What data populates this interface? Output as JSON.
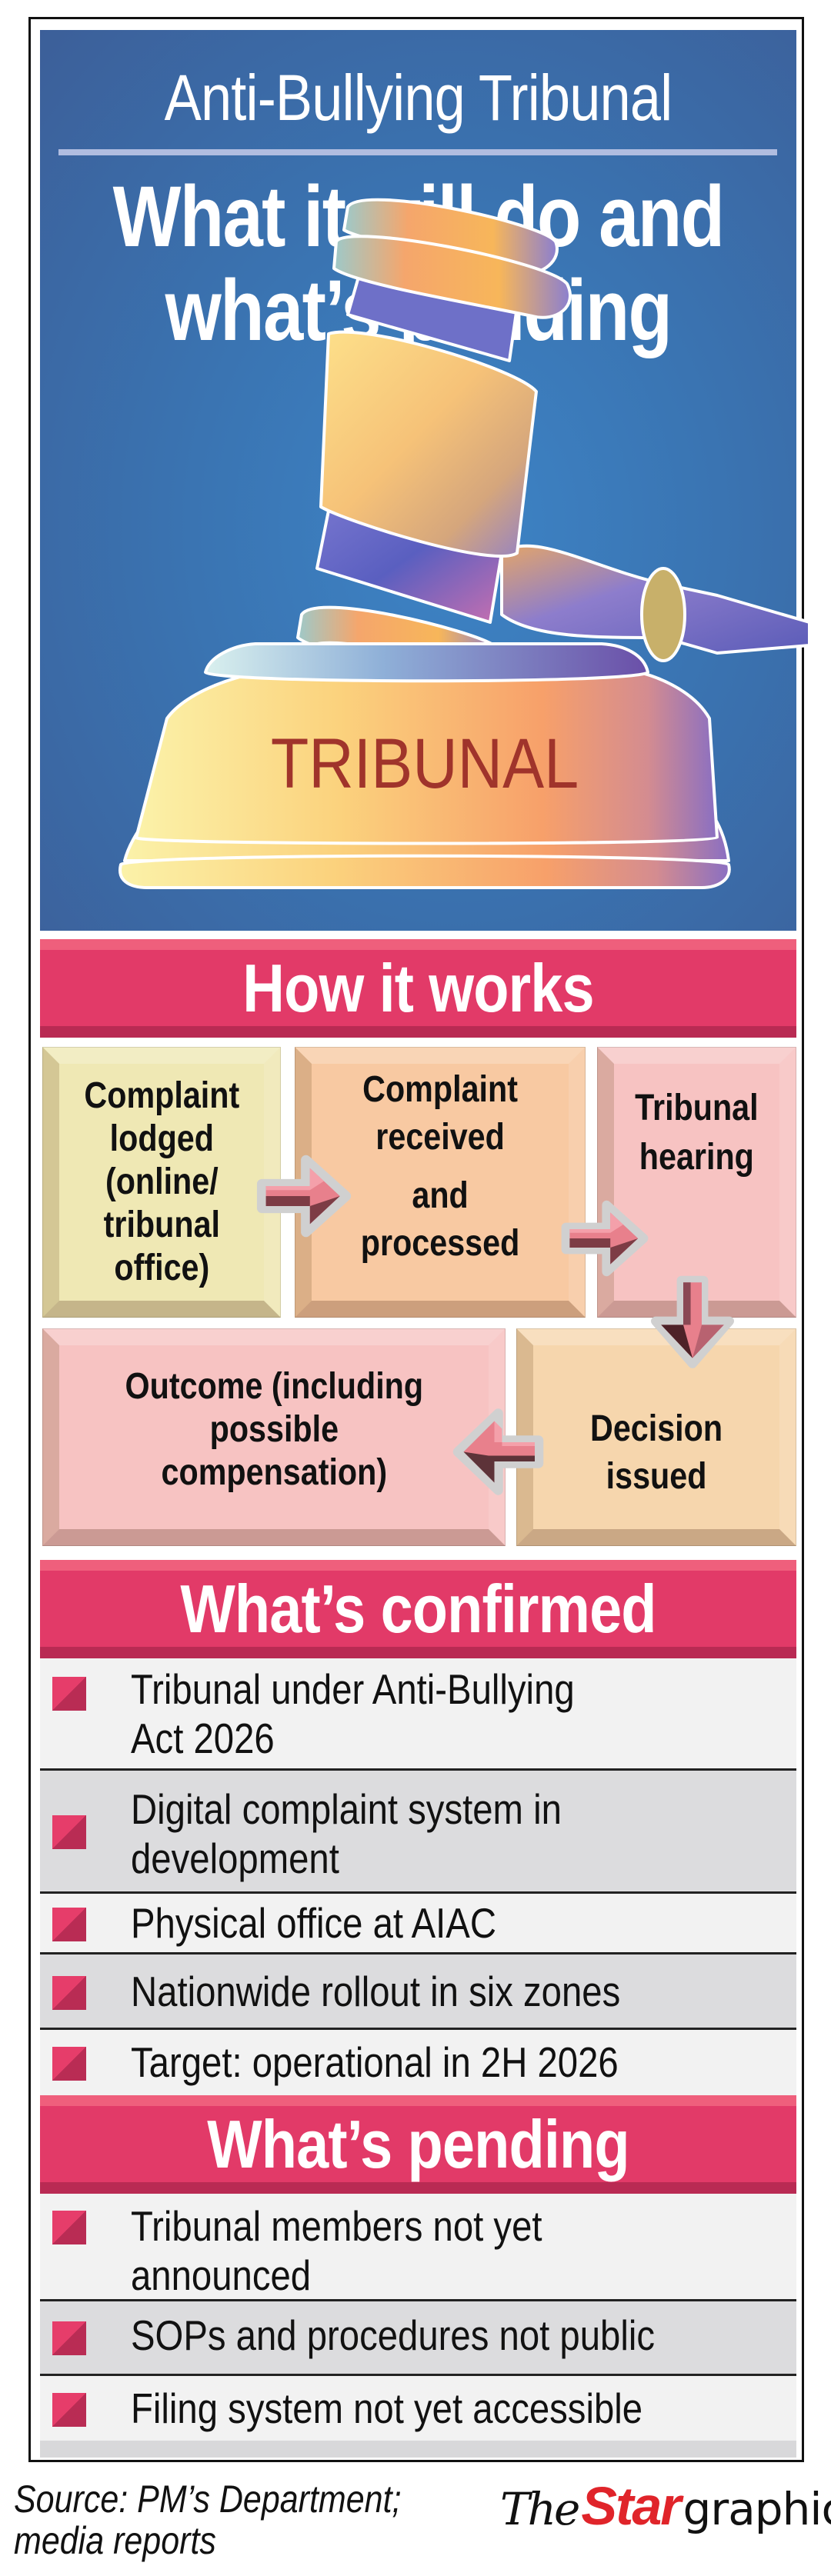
{
  "header": {
    "kicker": "Anti-Bullying Tribunal",
    "title_line1": "What it will do and",
    "title_line2": "what’s pending",
    "illustration": {
      "icon": "gavel-icon",
      "block_label": "TRIBUNAL"
    }
  },
  "how_it_works": {
    "heading": "How it works",
    "steps": [
      {
        "lines": [
          "Complaint",
          "lodged",
          "(online/",
          "tribunal",
          "office)"
        ]
      },
      {
        "lines": [
          "Complaint",
          "received",
          "and",
          "processed"
        ]
      },
      {
        "lines": [
          "Tribunal",
          "hearing"
        ]
      },
      {
        "lines": [
          "Decision",
          "issued"
        ]
      },
      {
        "lines": [
          "Outcome (including",
          "possible",
          "compensation)"
        ]
      }
    ],
    "arrows": [
      "arrow-right-icon",
      "arrow-right-icon",
      "arrow-down-icon",
      "arrow-left-icon"
    ]
  },
  "confirmed": {
    "heading": "What’s confirmed",
    "items": [
      {
        "lines": [
          "Tribunal under Anti-Bullying",
          "Act 2026"
        ]
      },
      {
        "lines": [
          "Digital complaint system in",
          "development"
        ]
      },
      {
        "lines": [
          "Physical office at AIAC"
        ]
      },
      {
        "lines": [
          "Nationwide rollout in six zones"
        ]
      },
      {
        "lines": [
          "Target: operational in 2H 2026"
        ]
      }
    ]
  },
  "pending": {
    "heading": "What’s pending",
    "items": [
      {
        "lines": [
          "Tribunal members not yet",
          "announced"
        ]
      },
      {
        "lines": [
          "SOPs and procedures not public"
        ]
      },
      {
        "lines": [
          "Filing system not yet accessible"
        ]
      }
    ]
  },
  "footer": {
    "source_line1": "Source: PM’s Department;",
    "source_line2": "media reports",
    "logo_the": "The",
    "logo_star": "Star",
    "logo_graphics": "graphics"
  },
  "colors": {
    "hero_blue": "#3a74b2",
    "banner_pink": "#e23a68",
    "step1": "#efe8b4",
    "step2": "#f8c9a2",
    "step3": "#f7c3c2",
    "step4": "#f6d6ad",
    "step5": "#f7c3c2",
    "arrow": "#e8808c",
    "logo_red": "#e0242a"
  }
}
